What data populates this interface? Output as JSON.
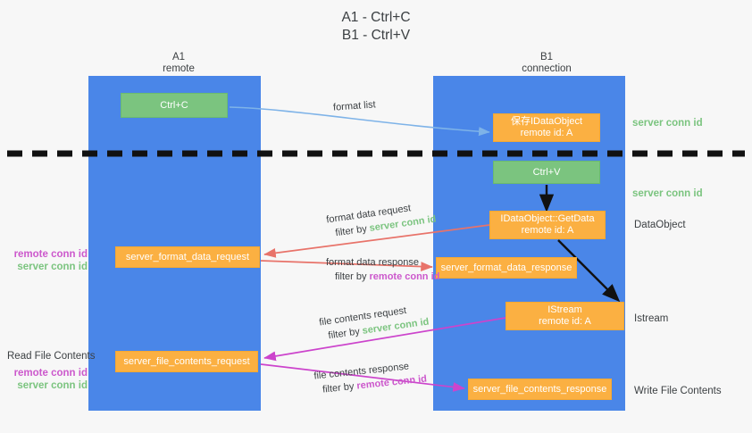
{
  "title": {
    "line1": "A1 - Ctrl+C",
    "line2": "B1 - Ctrl+V"
  },
  "columns": [
    {
      "name": "A1",
      "subtitle": "remote"
    },
    {
      "name": "B1",
      "subtitle": "connection"
    }
  ],
  "boxes": {
    "ctrl_c": {
      "line1": "Ctrl+C",
      "color": "#7bc47f"
    },
    "ctrl_v": {
      "line1": "Ctrl+V",
      "color": "#7bc47f"
    },
    "save_idataobject": {
      "line1": "保存IDataObject",
      "line2": "remote id: A",
      "color": "#fbb042"
    },
    "getdata": {
      "line1": "IDataObject::GetData",
      "line2": "remote id: A",
      "color": "#fbb042"
    },
    "istream": {
      "line1": "IStream",
      "line2": "remote id: A",
      "color": "#fbb042"
    },
    "server_format_data_request": {
      "line1": "server_format_data_request",
      "color": "#fbb042"
    },
    "server_format_data_response": {
      "line1": "server_format_data_response",
      "color": "#fbb042"
    },
    "server_file_contents_request": {
      "line1": "server_file_contents_request",
      "color": "#fbb042"
    },
    "server_file_contents_response": {
      "line1": "server_file_contents_response",
      "color": "#fbb042"
    }
  },
  "side_labels": {
    "server_conn_id_top": "server conn id",
    "server_conn_id_mid": "server conn id",
    "dataobject": "DataObject",
    "istream": "Istream",
    "write_file_contents": "Write File Contents",
    "read_file_contents": "Read File Contents",
    "remote_conn_id": "remote conn id",
    "server_conn_id": "server conn id"
  },
  "annotations": {
    "format_list": "format list",
    "format_data_request": "format data request",
    "format_data_filter_prefix": "filter by ",
    "format_data_filter_value": "server conn id",
    "format_data_response": "format data response",
    "format_data_response_filter_prefix": "filter by ",
    "format_data_response_filter_value": "remote conn id",
    "file_contents_request": "file contents request",
    "file_contents_filter_prefix": "filter by ",
    "file_contents_filter_value": "server conn id",
    "file_contents_response": "file contents response",
    "file_contents_response_filter_prefix": "filter by ",
    "file_contents_response_filter_value": "remote conn id"
  },
  "colors": {
    "lane": "#4a86e8",
    "green": "#7bc47f",
    "orange": "#fbb042",
    "purple": "#cc58cc",
    "red_arrow": "#e8736a",
    "magenta_arrow": "#cc44cc",
    "blue_arrow": "#7eb3e8",
    "black": "#000000",
    "background": "#f7f7f7"
  }
}
